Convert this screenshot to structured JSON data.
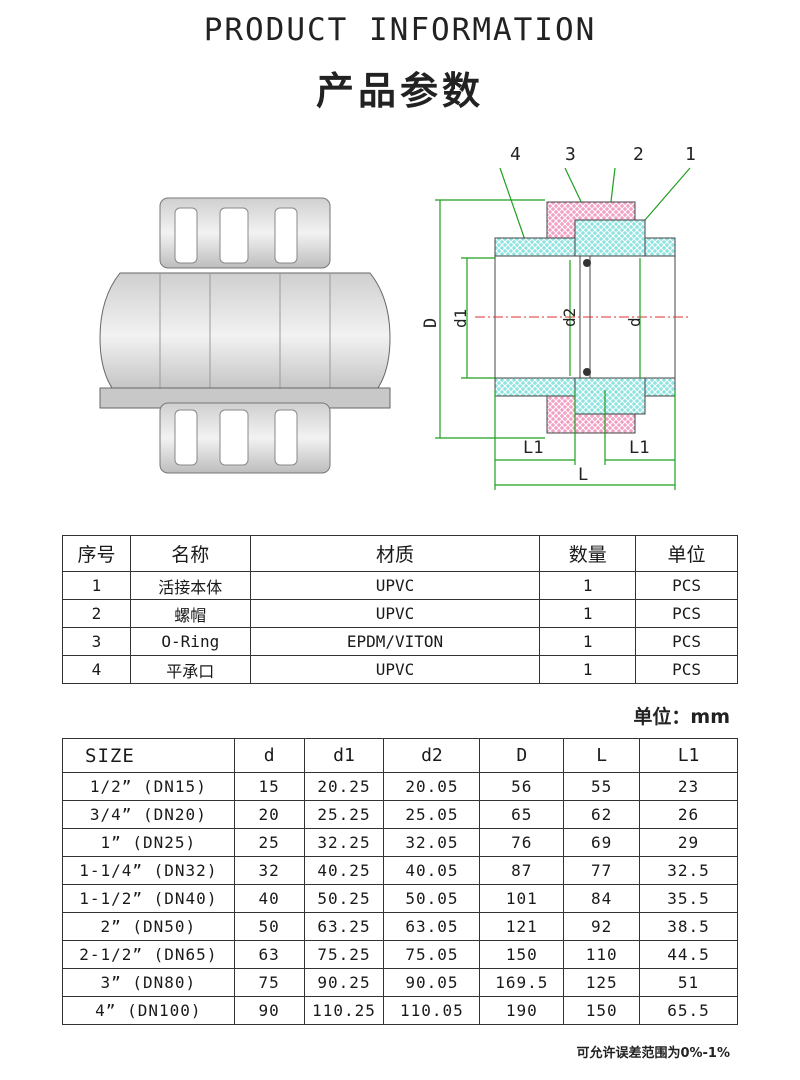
{
  "header": {
    "title_en": "PRODUCT INFORMATION",
    "title_cn": "产品参数"
  },
  "drawing": {
    "part_numbers": [
      "4",
      "3",
      "2",
      "1"
    ],
    "dim_D": "D",
    "dim_d1": "d1",
    "dim_d2": "d2",
    "dim_d": "d",
    "dim_L1_left": "L1",
    "dim_L1_right": "L1",
    "dim_L": "L"
  },
  "parts_table": {
    "headers": [
      "序号",
      "名称",
      "材质",
      "数量",
      "单位"
    ],
    "rows": [
      [
        "1",
        "活接本体",
        "UPVC",
        "1",
        "PCS"
      ],
      [
        "2",
        "螺帽",
        "UPVC",
        "1",
        "PCS"
      ],
      [
        "3",
        "O-Ring",
        "EPDM/VITON",
        "1",
        "PCS"
      ],
      [
        "4",
        "平承口",
        "UPVC",
        "1",
        "PCS"
      ]
    ]
  },
  "unit_label": "单位：mm",
  "size_table": {
    "headers": [
      "SIZE",
      "d",
      "d1",
      "d2",
      "D",
      "L",
      "L1"
    ],
    "rows": [
      [
        "1/2”  (DN15)",
        "15",
        "20.25",
        "20.05",
        "56",
        "55",
        "23"
      ],
      [
        "3/4”  (DN20)",
        "20",
        "25.25",
        "25.05",
        "65",
        "62",
        "26"
      ],
      [
        "1”  (DN25)",
        "25",
        "32.25",
        "32.05",
        "76",
        "69",
        "29"
      ],
      [
        "1-1/4”  (DN32)",
        "32",
        "40.25",
        "40.05",
        "87",
        "77",
        "32.5"
      ],
      [
        "1-1/2”  (DN40)",
        "40",
        "50.25",
        "50.05",
        "101",
        "84",
        "35.5"
      ],
      [
        "2”  (DN50)",
        "50",
        "63.25",
        "63.05",
        "121",
        "92",
        "38.5"
      ],
      [
        "2-1/2”  (DN65)",
        "63",
        "75.25",
        "75.05",
        "150",
        "110",
        "44.5"
      ],
      [
        "3”  (DN80)",
        "75",
        "90.25",
        "90.05",
        "169.5",
        "125",
        "51"
      ],
      [
        "4”  (DN100)",
        "90",
        "110.25",
        "110.05",
        "190",
        "150",
        "65.5"
      ]
    ]
  },
  "tolerance_note": "可允许误差范围为0%-1%"
}
